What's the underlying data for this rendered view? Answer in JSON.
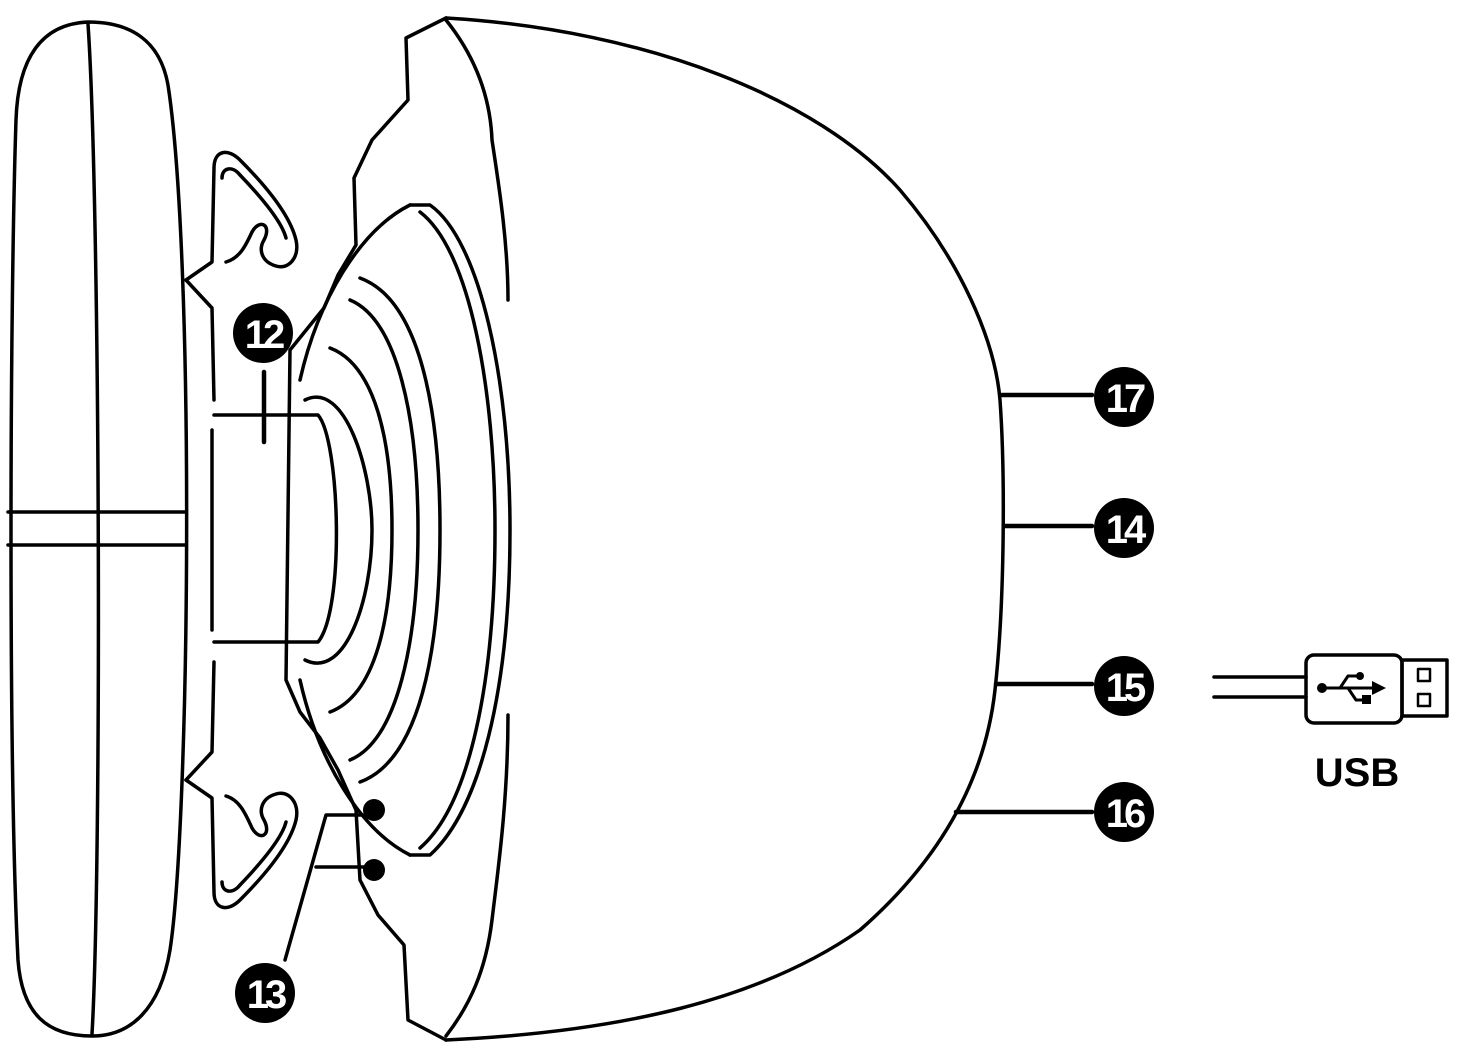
{
  "callouts": {
    "c12": "12",
    "c13": "13",
    "c14": "14",
    "c15": "15",
    "c16": "16",
    "c17": "17"
  },
  "usb_label": "USB",
  "icons": {
    "usb_connector": "usb-plug-icon",
    "usb_symbol": "usb-trident-icon"
  },
  "colors": {
    "line": "#000000",
    "background": "#ffffff"
  }
}
